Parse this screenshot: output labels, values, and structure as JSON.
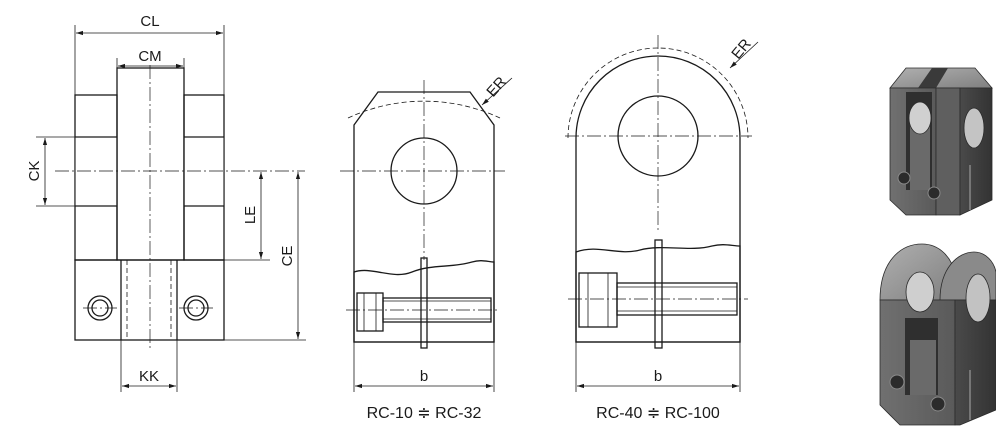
{
  "front_view": {
    "labels": {
      "cl": "CL",
      "cm": "CM",
      "ck": "CK",
      "le": "LE",
      "ce": "CE",
      "kk": "KK"
    }
  },
  "side_view_small": {
    "dim_er": "ER",
    "dim_b": "b",
    "caption": "RC-10 ≑ RC-32"
  },
  "side_view_large": {
    "dim_er": "ER",
    "dim_b": "b",
    "caption": "RC-40 ≑ RC-100"
  },
  "renders": {
    "top_icon": "clevis-3d-render-icon",
    "bottom_icon": "clevis-3d-render-icon"
  },
  "colors": {
    "line": "#1a1a1a",
    "render_light": "#9a9a9a",
    "render_mid": "#6c6c6c",
    "render_dark": "#3e3e3e"
  }
}
